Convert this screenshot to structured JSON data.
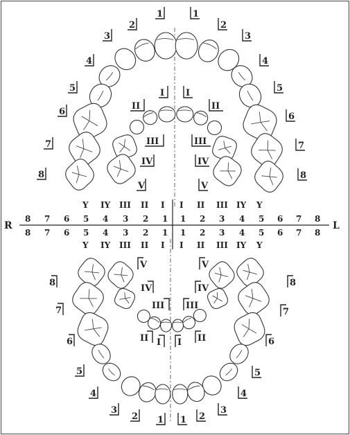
{
  "side_labels": {
    "right": "R",
    "left": "L"
  },
  "formula": {
    "upper_primary": [
      "Y",
      "IY",
      "III",
      "II",
      "I",
      "I",
      "II",
      "III",
      "IY",
      "Y"
    ],
    "upper_permanent": [
      "8",
      "7",
      "6",
      "5",
      "4",
      "3",
      "2",
      "1",
      "1",
      "2",
      "3",
      "4",
      "5",
      "6",
      "7",
      "8"
    ],
    "lower_permanent": [
      "8",
      "7",
      "6",
      "5",
      "4",
      "3",
      "2",
      "1",
      "1",
      "2",
      "3",
      "4",
      "5",
      "6",
      "7",
      "8"
    ],
    "lower_primary": [
      "Y",
      "IY",
      "III",
      "II",
      "I",
      "I",
      "II",
      "III",
      "IY",
      "Y"
    ]
  },
  "upper_permanent_labels": [
    "1",
    "1",
    "2",
    "2",
    "3",
    "3",
    "4",
    "4",
    "5",
    "5",
    "6",
    "6",
    "7",
    "7",
    "8",
    "8"
  ],
  "upper_primary_labels": [
    "I",
    "I",
    "II",
    "II",
    "III",
    "III",
    "IV",
    "IV",
    "V",
    "V"
  ],
  "lower_permanent_labels": [
    "8",
    "8",
    "7",
    "7",
    "6",
    "6",
    "5",
    "5",
    "4",
    "4",
    "3",
    "3",
    "2",
    "2",
    "1",
    "1"
  ],
  "lower_primary_labels": [
    "V",
    "V",
    "IV",
    "IV",
    "III",
    "III",
    "II",
    "II",
    "I",
    "I"
  ]
}
